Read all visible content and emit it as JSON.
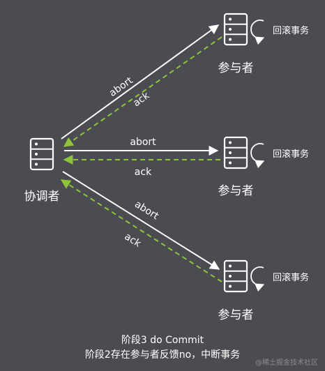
{
  "colors": {
    "background": "#4a4c52",
    "arrow": "#ffffff",
    "ack": "#8fc43a",
    "server_fill": "#ffffff"
  },
  "coordinator": {
    "label": "协调者",
    "icon": "server-icon"
  },
  "participants": [
    {
      "label": "参与者",
      "rollback": "回滚事务",
      "icon": "server-icon"
    },
    {
      "label": "参与者",
      "rollback": "回滚事务",
      "icon": "server-icon"
    },
    {
      "label": "参与者",
      "rollback": "回滚事务",
      "icon": "server-icon"
    }
  ],
  "messages": {
    "abort": "abort",
    "ack": "ack"
  },
  "caption": {
    "line1": "阶段3 do Commit",
    "line2": "阶段2存在参与者反馈no，中断事务"
  },
  "watermark": "@稀土掘金技术社区"
}
